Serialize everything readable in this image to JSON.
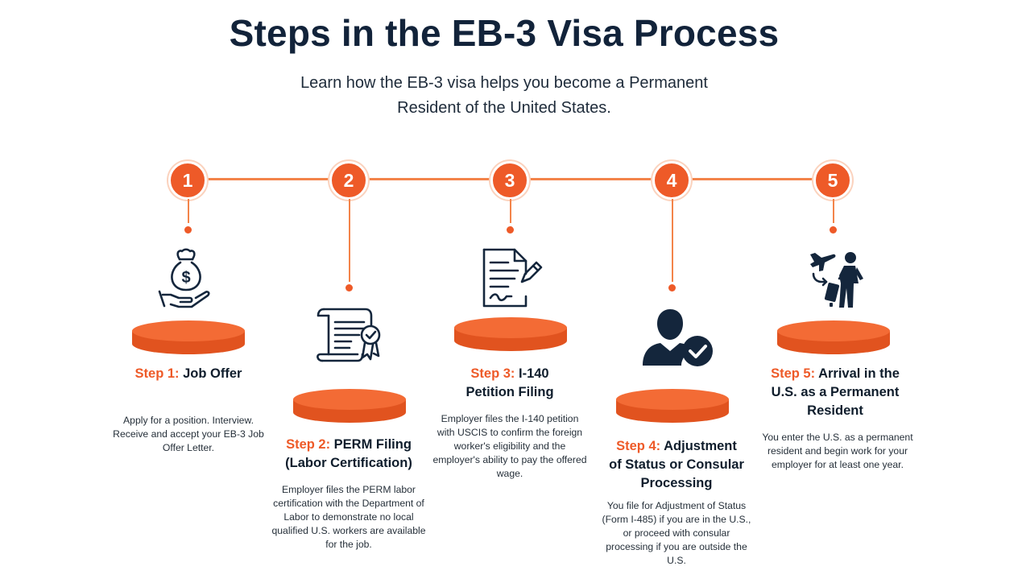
{
  "header": {
    "title": "Steps in the EB-3 Visa Process",
    "subtitle_line1": "Learn how the EB-3 visa helps you become a Permanent",
    "subtitle_line2": "Resident of the United States."
  },
  "colors": {
    "accent": "#ee5a28",
    "line": "#f3844a",
    "navy": "#12233a"
  },
  "steps": [
    {
      "number": "1",
      "prefix": "Step 1:",
      "title_a": "Job Offer",
      "title_b": "",
      "title_c": "",
      "icon": "money-bag-hand-icon",
      "description": "Apply for a position. Interview. Receive and accept your EB-3 Job Offer Letter."
    },
    {
      "number": "2",
      "prefix": "Step 2:",
      "title_a": "PERM Filing",
      "title_b": "(Labor Certification)",
      "title_c": "",
      "icon": "certificate-scroll-icon",
      "description": "Employer files the PERM labor certification with the Department of Labor to demonstrate no local qualified U.S. workers are available for the job."
    },
    {
      "number": "3",
      "prefix": "Step 3:",
      "title_a": "I-140",
      "title_b": "Petition Filing",
      "title_c": "",
      "icon": "document-signing-icon",
      "description": "Employer files the I-140 petition with USCIS to confirm the foreign worker's eligibility and the employer's ability to pay the offered wage."
    },
    {
      "number": "4",
      "prefix": "Step 4:",
      "title_a": "Adjustment",
      "title_b": "of Status or Consular",
      "title_c": "Processing",
      "icon": "person-checkmark-icon",
      "description": "You file for Adjustment of Status (Form I-485) if you are in the U.S., or proceed with consular processing if you are outside the U.S."
    },
    {
      "number": "5",
      "prefix": "Step 5:",
      "title_a": "Arrival in the",
      "title_b": "U.S. as a Permanent",
      "title_c": "Resident",
      "icon": "traveler-airplane-icon",
      "description": "You enter the U.S. as a permanent resident and begin work for your employer for at least one year."
    }
  ]
}
